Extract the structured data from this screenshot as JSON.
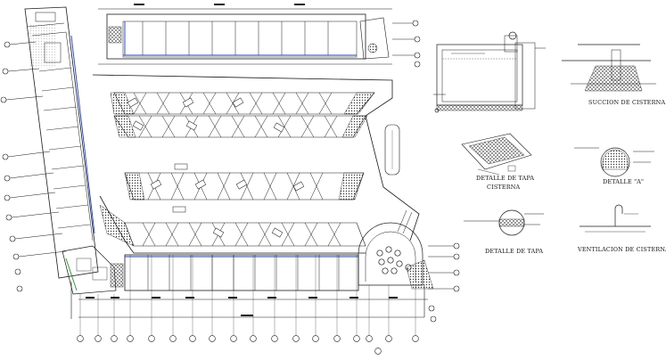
{
  "labels": {
    "suction": "SUCCION DE CISTERNA",
    "detail_a": "DETALLE \"A\"",
    "tapa_cisterna_line1": "DETALLE DE TAPA",
    "tapa_cisterna_line2": "CISTERNA",
    "tapa": "DETALLE DE TAPA",
    "ventilacion": "VENTILACION DE CISTERNA"
  },
  "colors": {
    "line": "#1a1a1a",
    "blue": "#1f3fb0",
    "hatch": "#333333",
    "accent_green": "#2e8b2e"
  }
}
